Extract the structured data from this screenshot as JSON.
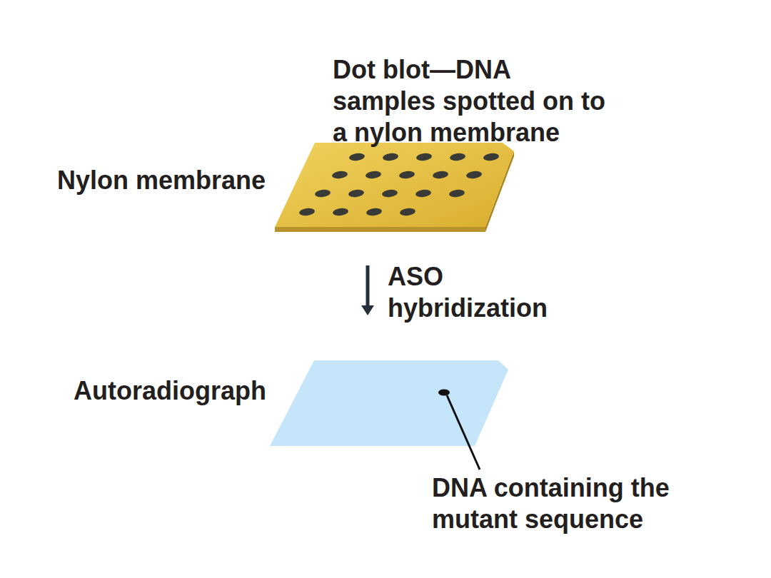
{
  "diagram": {
    "nodes": [
      {
        "text": [
          "Nylon membrane"
        ]
      },
      {
        "text": [
          "Autoradiograph"
        ]
      }
    ],
    "edges": [
      {
        "from": 0,
        "to": 1,
        "arrow": "to",
        "label": "ASO hybridization"
      }
    ],
    "labels": [
      "Dot blot—DNA samples spotted on to a nylon membrane",
      "DNA containing the mutant sequence"
    ]
  }
}
